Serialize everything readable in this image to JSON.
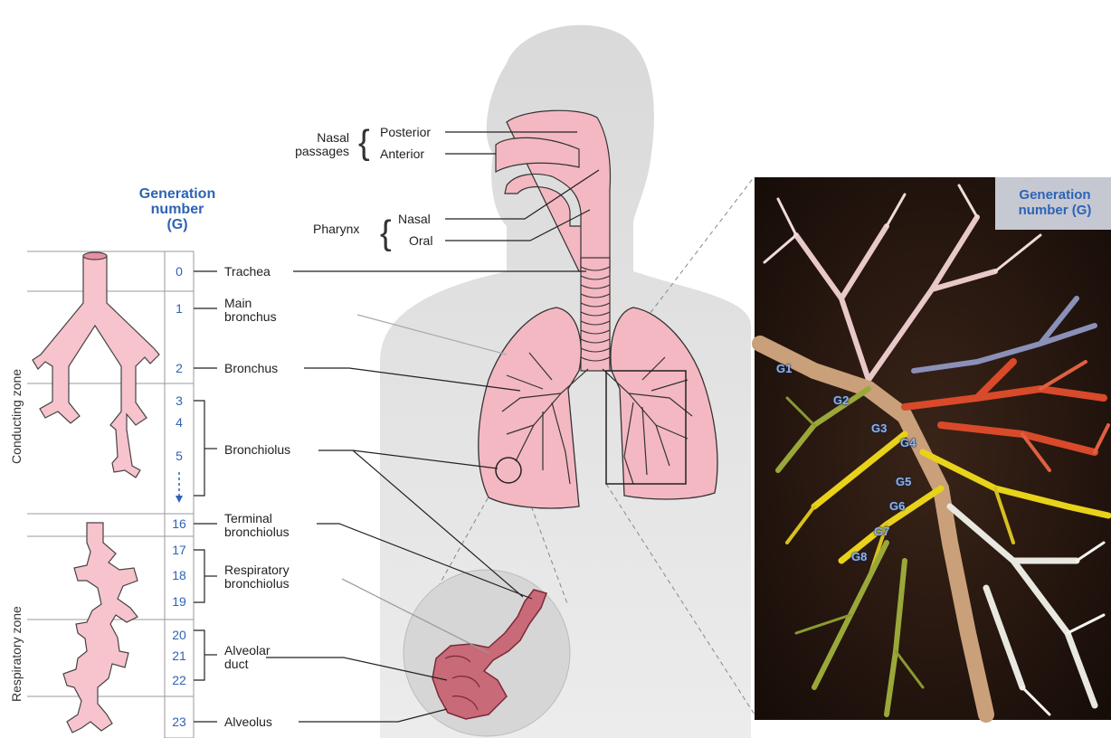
{
  "nasal": {
    "group_line1": "Nasal",
    "group_line2": "passages",
    "posterior": "Posterior",
    "anterior": "Anterior"
  },
  "pharynx": {
    "group": "Pharynx",
    "nasal": "Nasal",
    "oral": "Oral"
  },
  "generation_header": {
    "line1": "Generation",
    "line2": "number",
    "line3": "(G)"
  },
  "zones": {
    "conducting": "Conducting zone",
    "respiratory": "Respiratory zone"
  },
  "generations": [
    "0",
    "1",
    "2",
    "3",
    "4",
    "5",
    "16",
    "17",
    "18",
    "19",
    "20",
    "21",
    "22",
    "23"
  ],
  "structures": {
    "trachea": "Trachea",
    "main_bronchus_1": "Main",
    "main_bronchus_2": "bronchus",
    "bronchus": "Bronchus",
    "bronchiolus": "Bronchiolus",
    "terminal_1": "Terminal",
    "terminal_2": "bronchiolus",
    "respiratory_1": "Respiratory",
    "respiratory_2": "bronchiolus",
    "alveolar_1": "Alveolar",
    "alveolar_2": "duct",
    "alveolus": "Alveolus"
  },
  "photo": {
    "title_line1": "Generation",
    "title_line2": "number (G)",
    "labels": [
      "G1",
      "G2",
      "G3",
      "G4",
      "G5",
      "G6",
      "G7",
      "G8"
    ]
  },
  "colors": {
    "accent_blue": "#2d63b4",
    "tissue_pink": "#f2b6bf",
    "silhouette": "#e4e4e4"
  }
}
